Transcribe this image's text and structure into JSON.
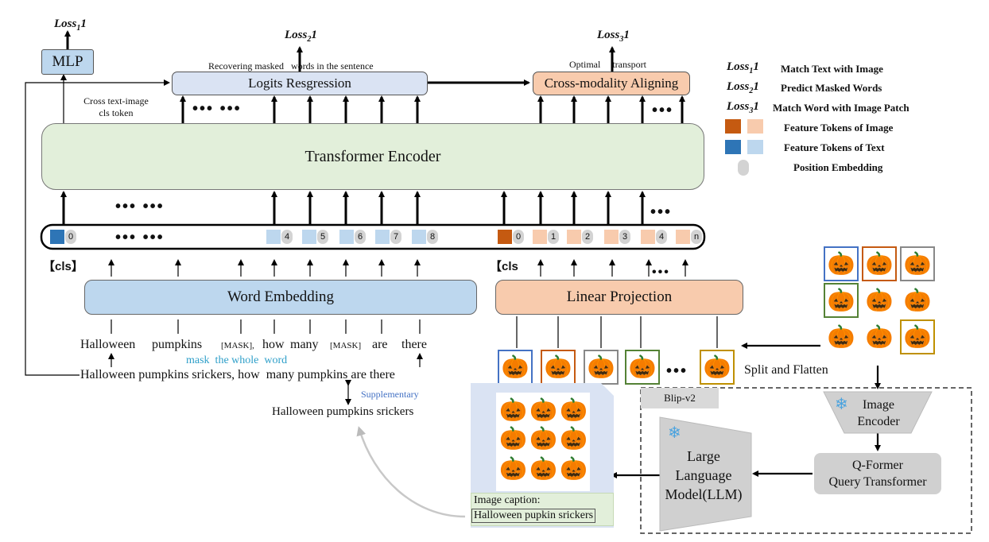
{
  "losses": {
    "loss1": {
      "name": "Loss",
      "sub": "1",
      "suffix": "1"
    },
    "loss2": {
      "name": "Loss",
      "sub": "2",
      "suffix": "1"
    },
    "loss3": {
      "name": "Loss",
      "sub": "3",
      "suffix": "1"
    }
  },
  "boxes": {
    "mlp": "MLP",
    "logits": "Logits Resgression",
    "cross_modality": "Cross-modality Aligning",
    "transformer": "Transformer Encoder",
    "word_embedding": "Word Embedding",
    "linear_projection": "Linear Projection",
    "image_encoder": "Image Encoder",
    "qformer_line1": "Q-Former",
    "qformer_line2": "Query Transformer",
    "llm_line1": "Large",
    "llm_line2": "Language",
    "llm_line3": "Model(LLM)"
  },
  "annotations": {
    "recovering": "Recovering masked",
    "recovering_tail": "words in the sentence",
    "optimal": "Optimal",
    "transport": "transport",
    "cross_cls_1": "Cross text-image",
    "cross_cls_2": "cls token",
    "cls_text": "【cls】",
    "cls_image": "【cls",
    "split_flatten": "Split and Flatten",
    "blip": "Blip-v2",
    "supplementary": "Supplementary",
    "mask_whole_word": "mask  the whole  word"
  },
  "legend": [
    {
      "label": "Match Text with Image"
    },
    {
      "label": "Predict Masked Words"
    },
    {
      "label": "Match  Word with Image Patch"
    },
    {
      "label": "Feature Tokens of Image",
      "colors": [
        "#c55a11",
        "#f8cbad"
      ]
    },
    {
      "label": "Feature Tokens of Text",
      "colors": [
        "#2e75b6",
        "#bdd7ee"
      ]
    },
    {
      "label": "Position Embedding",
      "colors": [
        "#d3d3d3"
      ]
    }
  ],
  "text_tokens": [
    "0",
    "4",
    "5",
    "6",
    "7",
    "8"
  ],
  "image_tokens": [
    "0",
    "1",
    "2",
    "3",
    "4",
    "n"
  ],
  "sentence_masked": {
    "w1": "Halloween",
    "w2": "pumpkins",
    "w3": "[MASK],",
    "w4": "how",
    "w5": "many",
    "w6": "[MASK]",
    "w7": "are",
    "w8": "there"
  },
  "sentence_full": "Halloween pumpkins srickers, how  many pumpkins are there",
  "caption_short": "Halloween pumpkins srickers",
  "image_caption_label": "Image caption:",
  "image_caption_value": "Halloween pupkin srickers",
  "colors": {
    "blue_box": "#bdd7ee",
    "orange_box": "#f8cbad",
    "green_box": "#e2efda",
    "image_dark": "#c55a11",
    "text_dark": "#2e75b6",
    "mask_word_color": "#2e9fc9",
    "supplementary_color": "#4472c4"
  },
  "icons": [
    "pumpkin-icon",
    "snowflake-icon"
  ]
}
